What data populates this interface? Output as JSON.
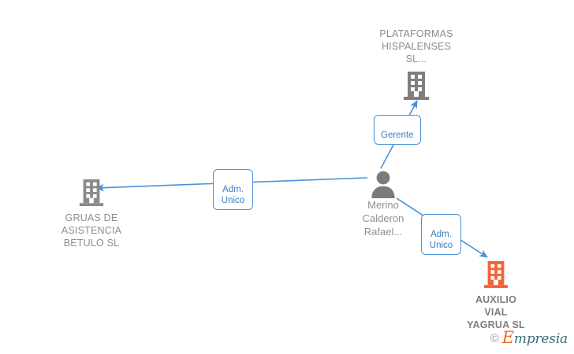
{
  "graph": {
    "nodes": [
      {
        "id": "plataformas",
        "type": "company",
        "label": "PLATAFORMAS\nHISPALENSES\nSL...",
        "icon": "building-icon",
        "icon_color": "#7f7f7f",
        "bold": false
      },
      {
        "id": "gruas",
        "type": "company",
        "label": "GRUAS DE\nASISTENCIA\nBETULO  SL",
        "icon": "building-icon",
        "icon_color": "#8a8a8a",
        "bold": false
      },
      {
        "id": "auxilio",
        "type": "company",
        "label": "AUXILIO\nVIAL\nYAGRUA  SL",
        "icon": "building-icon",
        "icon_color": "#f4623a",
        "bold": true
      },
      {
        "id": "person",
        "type": "person",
        "label": "Merino\nCalderon\nRafael...",
        "icon": "person-icon",
        "icon_color": "#7b7b7b",
        "bold": false
      }
    ],
    "edges": [
      {
        "id": "edge-gerente",
        "from": "person",
        "to": "plataformas",
        "label": "Gerente"
      },
      {
        "id": "edge-adm-unico-gruas",
        "from": "person",
        "to": "gruas",
        "label": "Adm.\nUnico"
      },
      {
        "id": "edge-adm-unico-auxilio",
        "from": "person",
        "to": "auxilio",
        "label": "Adm.\nUnico"
      }
    ],
    "edge_color": "#4a90d9"
  },
  "watermark": {
    "copyright": "©",
    "brand_initial": "E",
    "brand_rest": "mpresia"
  }
}
